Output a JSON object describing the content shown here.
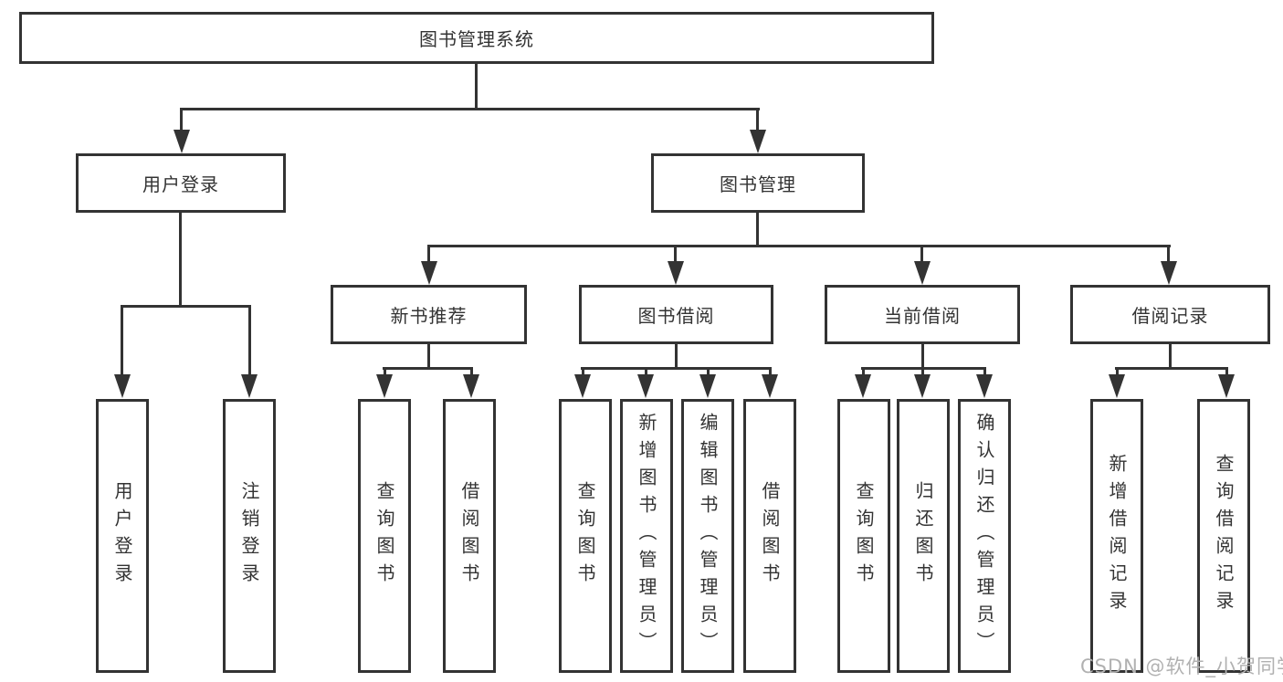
{
  "diagram": {
    "title": "图书管理系统",
    "colors": {
      "line": "#333333",
      "text": "#333333",
      "background": "#ffffff",
      "watermark": "#b1b1b1"
    },
    "root": {
      "label": "图书管理系统"
    },
    "level2": [
      {
        "label": "用户登录"
      },
      {
        "label": "图书管理"
      }
    ],
    "level3": [
      {
        "label": "新书推荐"
      },
      {
        "label": "图书借阅"
      },
      {
        "label": "当前借阅"
      },
      {
        "label": "借阅记录"
      }
    ],
    "leaves": {
      "user_login": [
        {
          "label": "用户登录"
        },
        {
          "label": "注销登录"
        }
      ],
      "new_books": [
        {
          "label": "查询图书"
        },
        {
          "label": "借阅图书"
        }
      ],
      "book_borrow": [
        {
          "label": "查询图书"
        },
        {
          "label": "新增图书（管理员）"
        },
        {
          "label": "编辑图书（管理员）"
        },
        {
          "label": "借阅图书"
        }
      ],
      "current_borrow": [
        {
          "label": "查询图书"
        },
        {
          "label": "归还图书"
        },
        {
          "label": "确认归还（管理员）"
        }
      ],
      "borrow_records": [
        {
          "label": "新增借阅记录"
        },
        {
          "label": "查询借阅记录"
        }
      ]
    },
    "watermark": "CSDN @软件_小贺同学"
  }
}
